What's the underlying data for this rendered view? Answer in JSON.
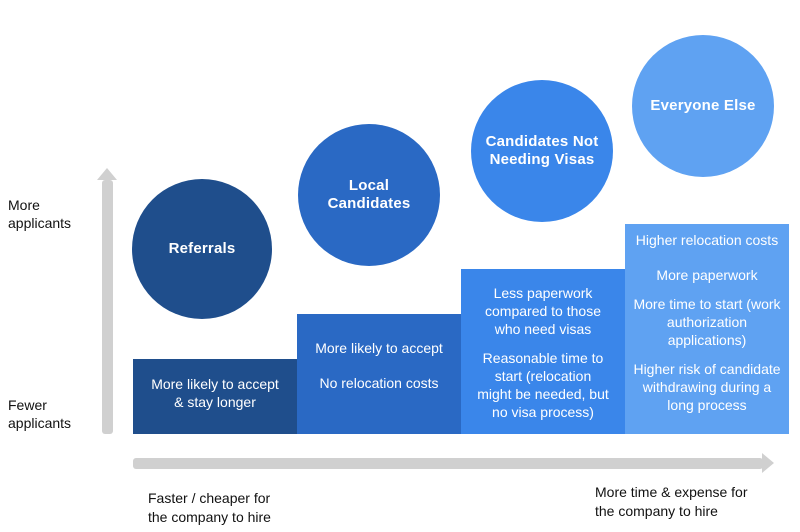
{
  "axis": {
    "y_top": "More\napplicants",
    "y_bottom": "Fewer\napplicants",
    "x_left": "Faster / cheaper for\nthe company to hire",
    "x_right": "More time & expense for\nthe company to hire"
  },
  "stages": [
    {
      "title": "Referrals",
      "color": "#1f4e8c",
      "points": [
        "More likely to accept\n& stay longer"
      ]
    },
    {
      "title": "Local\nCandidates",
      "color": "#2a69c4",
      "points": [
        "More likely to accept",
        "No relocation costs"
      ]
    },
    {
      "title": "Candidates Not\nNeeding Visas",
      "color": "#3a86ea",
      "points": [
        "Less paperwork\ncompared to those\nwho need visas",
        "Reasonable time to\nstart (relocation\nmight be needed, but\nno visa process)"
      ]
    },
    {
      "title": "Everyone Else",
      "color": "#5fa2f2",
      "points": [
        "Higher relocation costs",
        "More paperwork",
        "More time to start (work\nauthorization\napplications)",
        "Higher risk of candidate\nwithdrawing during a\nlong process"
      ]
    }
  ]
}
